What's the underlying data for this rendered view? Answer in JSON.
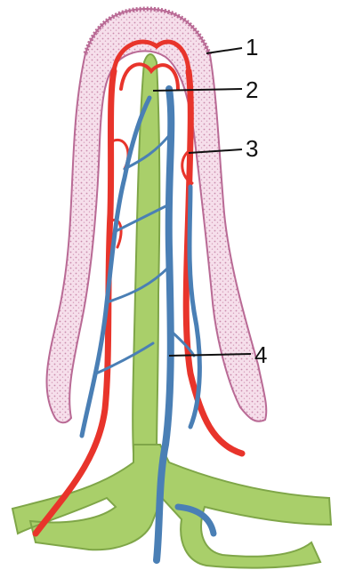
{
  "colors": {
    "epithelium_fill": "#f4dbe8",
    "epithelium_stroke": "#b96a95",
    "artery": "#e8342b",
    "vein": "#4a7fb5",
    "lacteal": "#a9cf6a",
    "label_text": "#111111"
  },
  "labels": [
    {
      "id": "1",
      "text": "1"
    },
    {
      "id": "2",
      "text": "2"
    },
    {
      "id": "3",
      "text": "3"
    },
    {
      "id": "4",
      "text": "4"
    }
  ]
}
